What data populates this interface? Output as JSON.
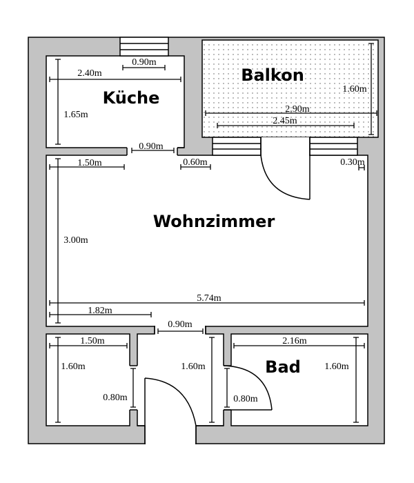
{
  "rooms": {
    "kitchen": "Küche",
    "balcony": "Balkon",
    "living": "Wohnzimmer",
    "bath": "Bad"
  },
  "dimensions": {
    "kitchen_window": "0.90m",
    "kitchen_width": "2.40m",
    "kitchen_height": "1.65m",
    "balcony_height": "1.60m",
    "balcony_width": "2.90m",
    "balcony_inner_width": "2.45m",
    "kitchen_door": "0.90m",
    "living_left_wall": "1.50m",
    "living_wall_segment": "0.60m",
    "living_right_segment": "0.30m",
    "living_height": "3.00m",
    "living_width": "5.74m",
    "living_bottom_left": "1.82m",
    "living_door": "0.90m",
    "small_room_width": "1.50m",
    "small_room_height": "1.60m",
    "small_room_door": "0.80m",
    "hall_height": "1.60m",
    "bath_door": "0.80m",
    "bath_width": "2.16m",
    "bath_height": "1.60m"
  }
}
